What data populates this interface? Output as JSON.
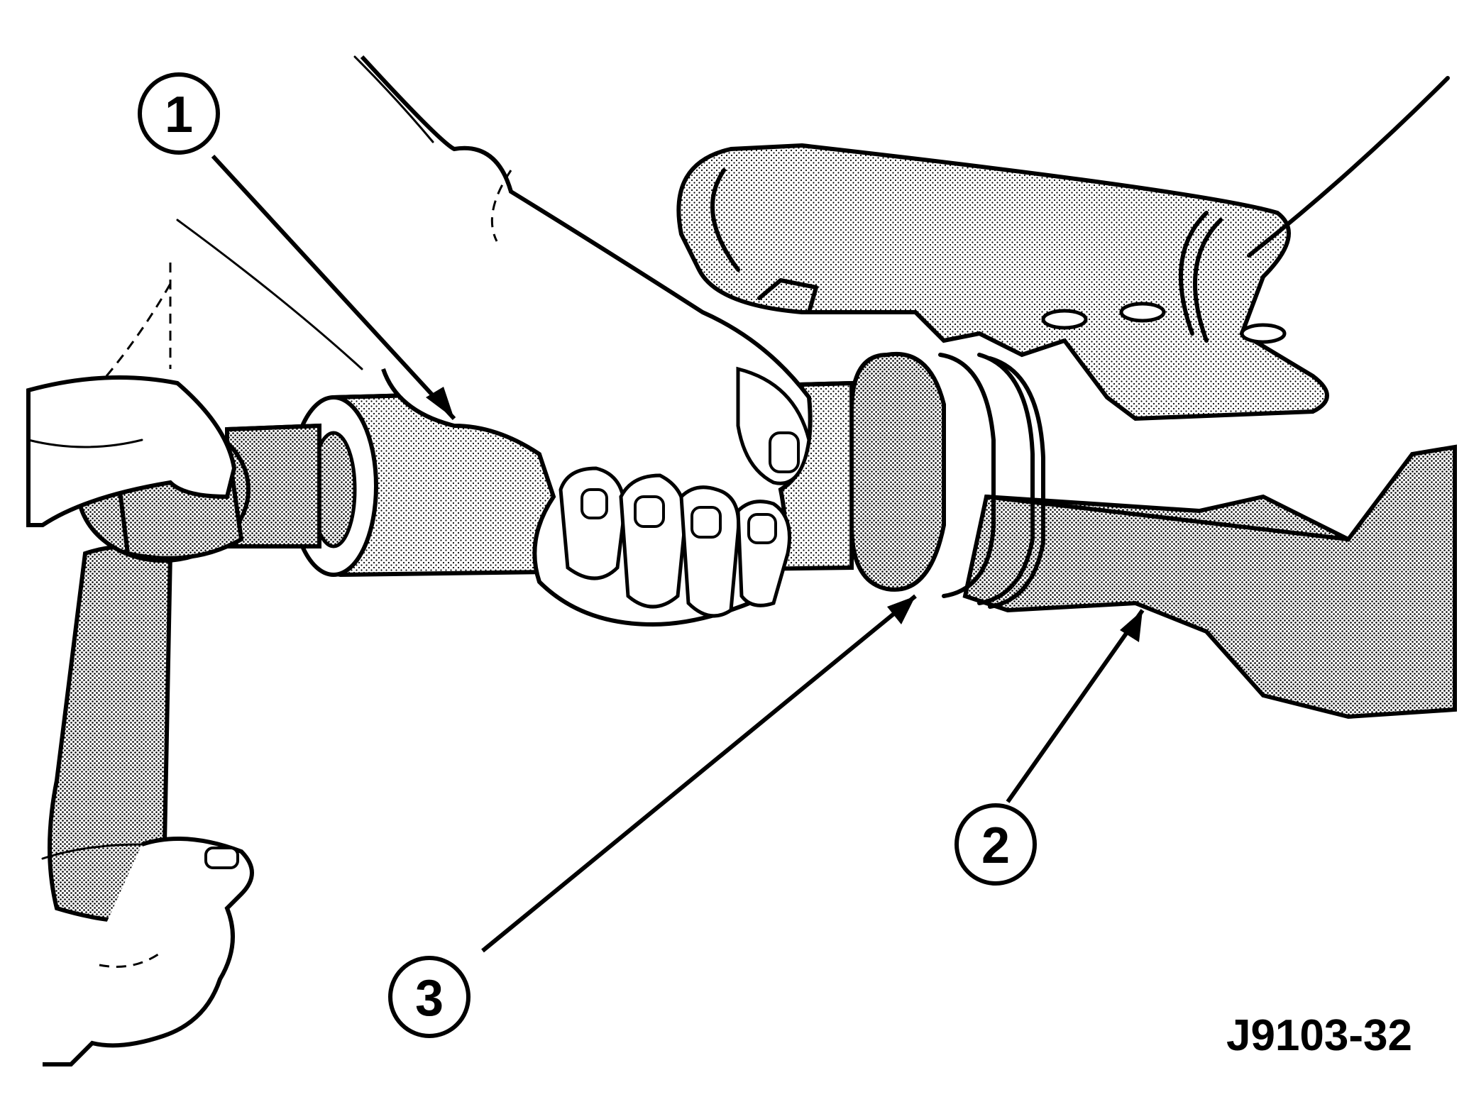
{
  "figure": {
    "id_label": "J9103-32",
    "callouts": [
      {
        "number": "1"
      },
      {
        "number": "2"
      },
      {
        "number": "3"
      }
    ]
  },
  "colors": {
    "ink": "#000000",
    "shade": "#9a9a9a",
    "paper": "#ffffff"
  }
}
